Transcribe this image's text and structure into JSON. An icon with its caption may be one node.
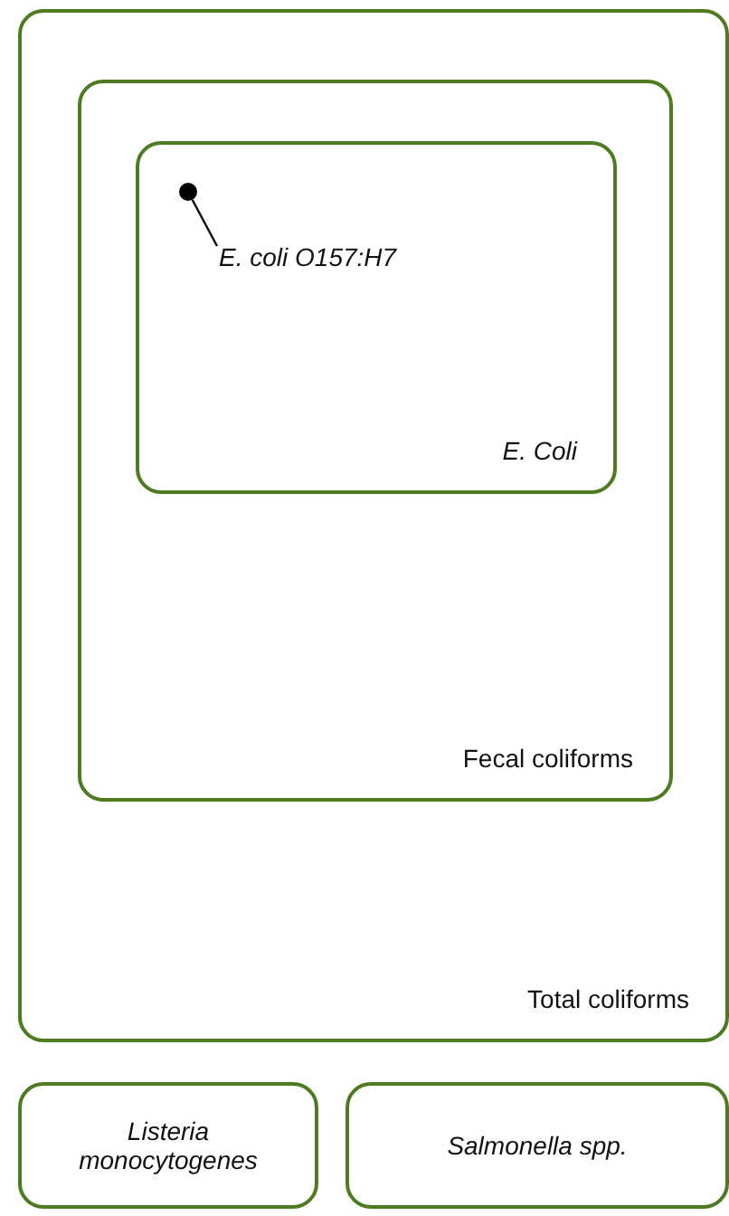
{
  "diagram": {
    "nodes": [
      {
        "text": [
          "Total coliforms"
        ]
      },
      {
        "text": [
          "Fecal coliforms"
        ],
        "in": 0
      },
      {
        "text": [
          "E. Coli"
        ],
        "in": 1
      },
      {
        "text": [],
        "shape": "circle",
        "in": 2
      },
      {
        "text": [
          "E. coli O157:H7"
        ],
        "in": 2
      },
      {
        "text": [
          "Listeria monocytogenes"
        ]
      },
      {
        "text": [
          "Salmonella spp."
        ]
      }
    ],
    "edges": [
      {
        "from": 4,
        "to": 3,
        "arrow": "none"
      }
    ]
  }
}
